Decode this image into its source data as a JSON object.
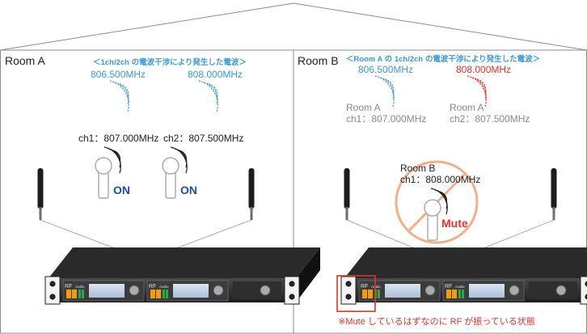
{
  "rooms": {
    "a": {
      "label": "Room A",
      "note": "＜1ch/2ch の電波干渉により発生した電波＞",
      "freq_left": "806.500MHz",
      "freq_right": "808.000MHz",
      "ch1": "ch1：807.000MHz",
      "ch2": "ch2：807.500MHz",
      "mic1_status": "ON",
      "mic2_status": "ON",
      "rf1": "RF",
      "audio1": "Audio",
      "rf2": "RF",
      "audio2": "Audio"
    },
    "b": {
      "label": "Room B",
      "note": "＜Room A の 1ch/2ch の電波干渉により発生した電波＞",
      "freq_left": "806.500MHz",
      "freq_right": "808.000MHz",
      "roomA1_line1": "Room A",
      "roomA1_line2": "ch1：807.000MHz",
      "roomA2_line1": "Room A",
      "roomA2_line2": "ch2：807.500MHz",
      "roomB_line1": "Room B",
      "roomB_line2": "ch1：808.000MHz",
      "mute": "Mute",
      "rf1": "RF",
      "audio1": "Audio",
      "rf2": "RF",
      "audio2": "Audio",
      "caption": "※Mute しているはずなのに RF が振っている状態"
    }
  },
  "icons": [
    "wave-icon",
    "microphone-icon",
    "antenna-icon",
    "no-sign-icon",
    "receiver-icon"
  ],
  "colors": {
    "blue_text": "#3d9bd6",
    "on_blue": "#1f4e9e",
    "red": "#e5322a",
    "gray_text": "#8a8a8a",
    "mute_orange": "#f2b08a"
  }
}
